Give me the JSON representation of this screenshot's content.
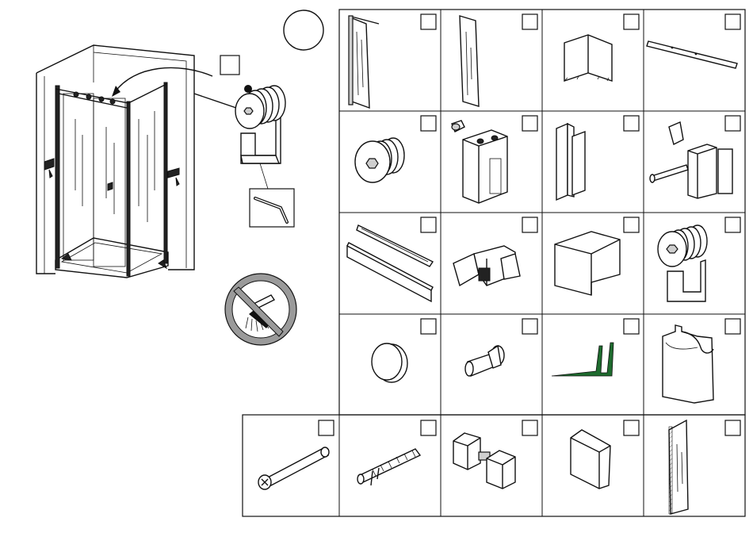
{
  "diagram": {
    "type": "parts-list",
    "grid": {
      "rows": 5,
      "columns": 4
    },
    "parts": [
      {
        "row": 1,
        "col": 1,
        "icon": "glass-panel-with-rail-icon"
      },
      {
        "row": 1,
        "col": 2,
        "icon": "glass-panel-icon"
      },
      {
        "row": 1,
        "col": 3,
        "icon": "corner-bracket-icon"
      },
      {
        "row": 1,
        "col": 4,
        "icon": "top-rail-icon"
      },
      {
        "row": 2,
        "col": 1,
        "icon": "roller-wheel-icon"
      },
      {
        "row": 2,
        "col": 2,
        "icon": "rail-clamp-block-icon"
      },
      {
        "row": 2,
        "col": 3,
        "icon": "door-handle-profile-icon"
      },
      {
        "row": 2,
        "col": 4,
        "icon": "magnetic-connector-icon"
      },
      {
        "row": 3,
        "col": 1,
        "icon": "profile-strips-icon"
      },
      {
        "row": 3,
        "col": 2,
        "icon": "bottom-guide-icon"
      },
      {
        "row": 3,
        "col": 3,
        "icon": "cover-cap-icon"
      },
      {
        "row": 3,
        "col": 4,
        "icon": "roller-with-bracket-icon"
      },
      {
        "row": 4,
        "col": 1,
        "icon": "round-cap-icon"
      },
      {
        "row": 4,
        "col": 2,
        "icon": "countersunk-screw-icon"
      },
      {
        "row": 4,
        "col": 3,
        "icon": "water-seal-strip-icon"
      },
      {
        "row": 4,
        "col": 4,
        "icon": "wall-profile-seal-icon"
      },
      {
        "row": 5,
        "col": 0,
        "icon": "long-screw-icon"
      },
      {
        "row": 5,
        "col": 1,
        "icon": "wall-plug-anchor-icon"
      },
      {
        "row": 5,
        "col": 2,
        "icon": "double-knob-handle-icon"
      },
      {
        "row": 5,
        "col": 3,
        "icon": "square-cap-icon"
      },
      {
        "row": 5,
        "col": 4,
        "icon": "side-glass-panel-icon"
      }
    ]
  },
  "overview": {
    "icons": [
      "shower-enclosure-icon",
      "roller-detail-icon",
      "allen-key-icon",
      "no-abrasive-cleaning-icon"
    ]
  },
  "colors": {
    "line": "#111111",
    "seal_green": "#1e6b2e",
    "prohibition_grey": "#9a9a9a"
  }
}
